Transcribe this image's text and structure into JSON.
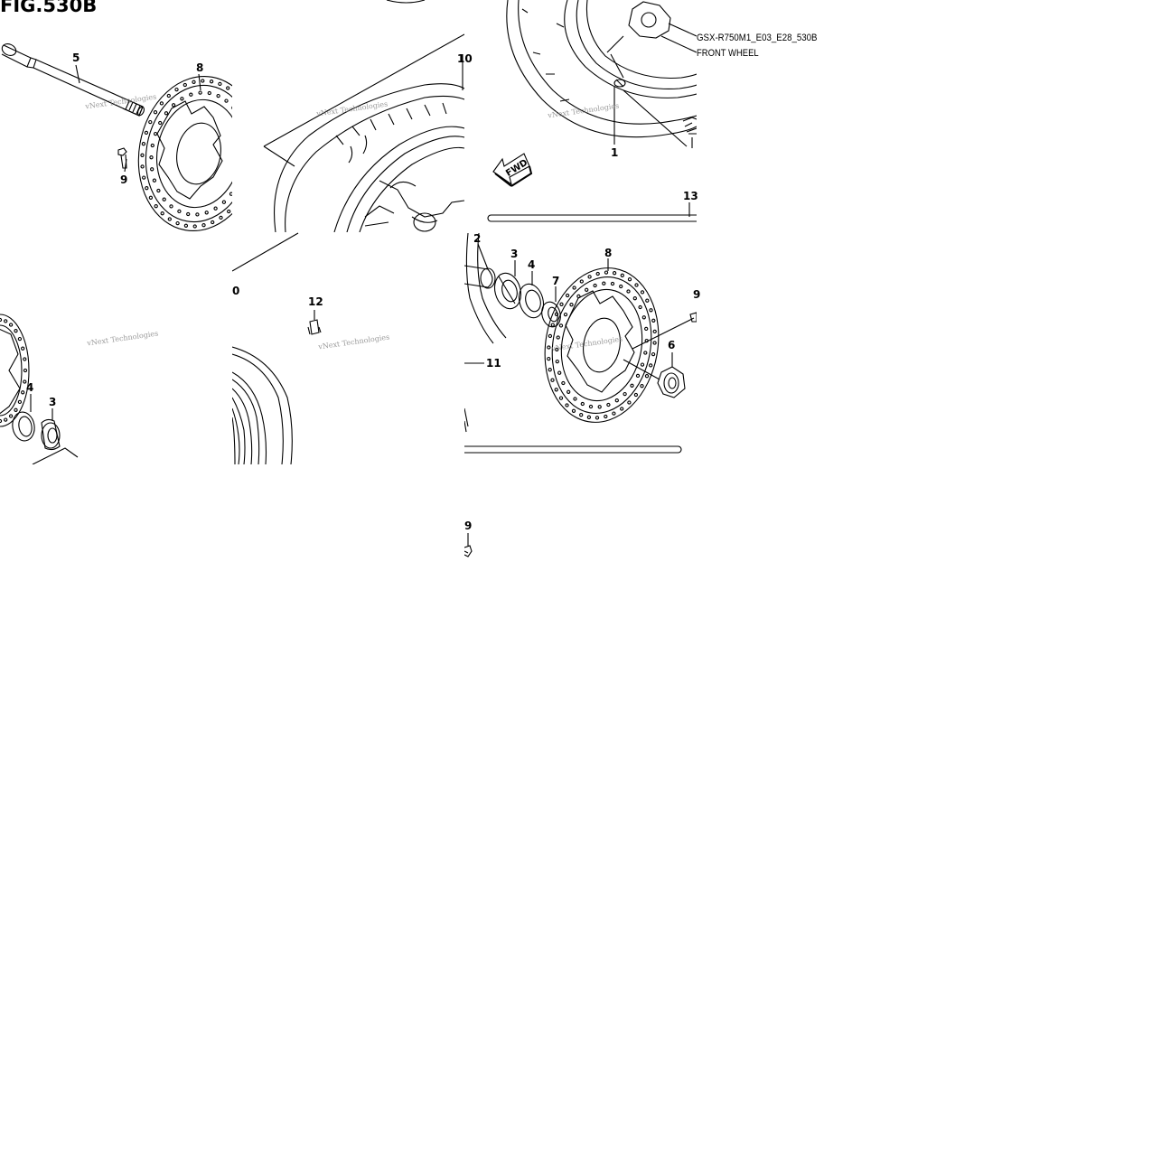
{
  "figure": {
    "title": "FIG.530B",
    "model_code": "GSX-R750M1_E03_E28_530B",
    "section": "FRONT WHEEL"
  },
  "direction_arrow": {
    "label": "FWD"
  },
  "watermark": "vNext Technologies",
  "callouts": {
    "tl_5": "5",
    "tl_8": "8",
    "tl_9": "9",
    "tm_10": "10",
    "tr_1": "1",
    "tr_13": "13",
    "ml_4": "4",
    "ml_3": "3",
    "mm_0": "0",
    "mm_12": "12",
    "mr_2": "2",
    "mr_3": "3",
    "mr_4": "4",
    "mr_7": "7",
    "mr_8": "8",
    "mr_6": "6",
    "mr_11": "11",
    "mr_9edge": "9",
    "b_9": "9"
  }
}
